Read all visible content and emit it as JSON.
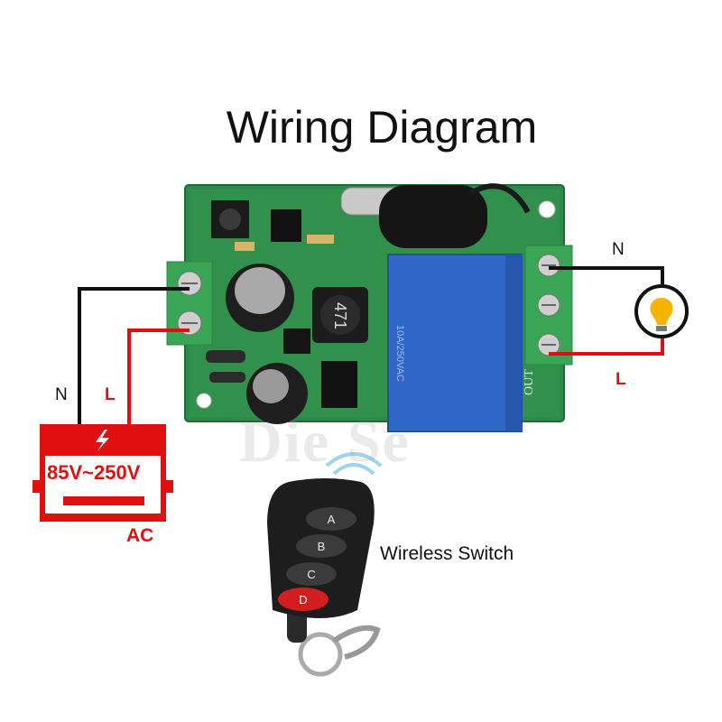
{
  "title": "Wiring Diagram",
  "input_neutral_label": "N",
  "input_live_label": "L",
  "output_neutral_label": "N",
  "output_live_label": "L",
  "power_supply": {
    "voltage": "85V~250V",
    "type": "AC"
  },
  "remote": {
    "label": "Wireless Switch",
    "buttons": [
      "A",
      "B",
      "C",
      "D"
    ]
  },
  "pcb": {
    "inductor_marking": "471",
    "relay_face_text": "10A/250VAC",
    "out_label": "OUT"
  },
  "watermark": "Die Se",
  "colors": {
    "wire_neutral": "#111111",
    "wire_live": "#e01010",
    "pcb_green": "#2e8a4a",
    "terminal_green": "#3aa655",
    "relay_blue": "#2f66c8",
    "bulb_yellow": "#f5b400"
  }
}
